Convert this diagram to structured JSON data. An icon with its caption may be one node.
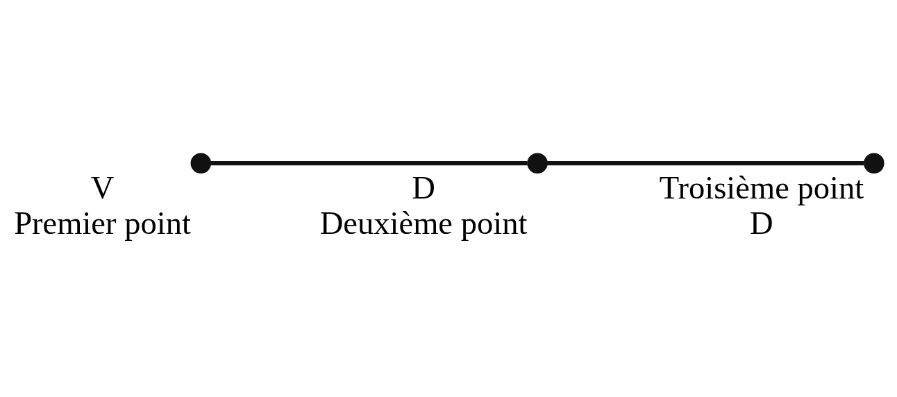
{
  "diagram": {
    "nodes": [
      {
        "text": [],
        "shape": "circle",
        "beside": [
          "V",
          "Premier point"
        ]
      },
      {
        "text": [],
        "shape": "circle",
        "beside": [
          "D",
          "Deuxième point"
        ]
      },
      {
        "text": [],
        "shape": "circle",
        "beside": [
          "Troisième point",
          "D"
        ]
      }
    ],
    "edges": [
      {
        "from": 0,
        "to": 1,
        "arrow": "none"
      },
      {
        "from": 1,
        "to": 2,
        "arrow": "none"
      }
    ]
  }
}
